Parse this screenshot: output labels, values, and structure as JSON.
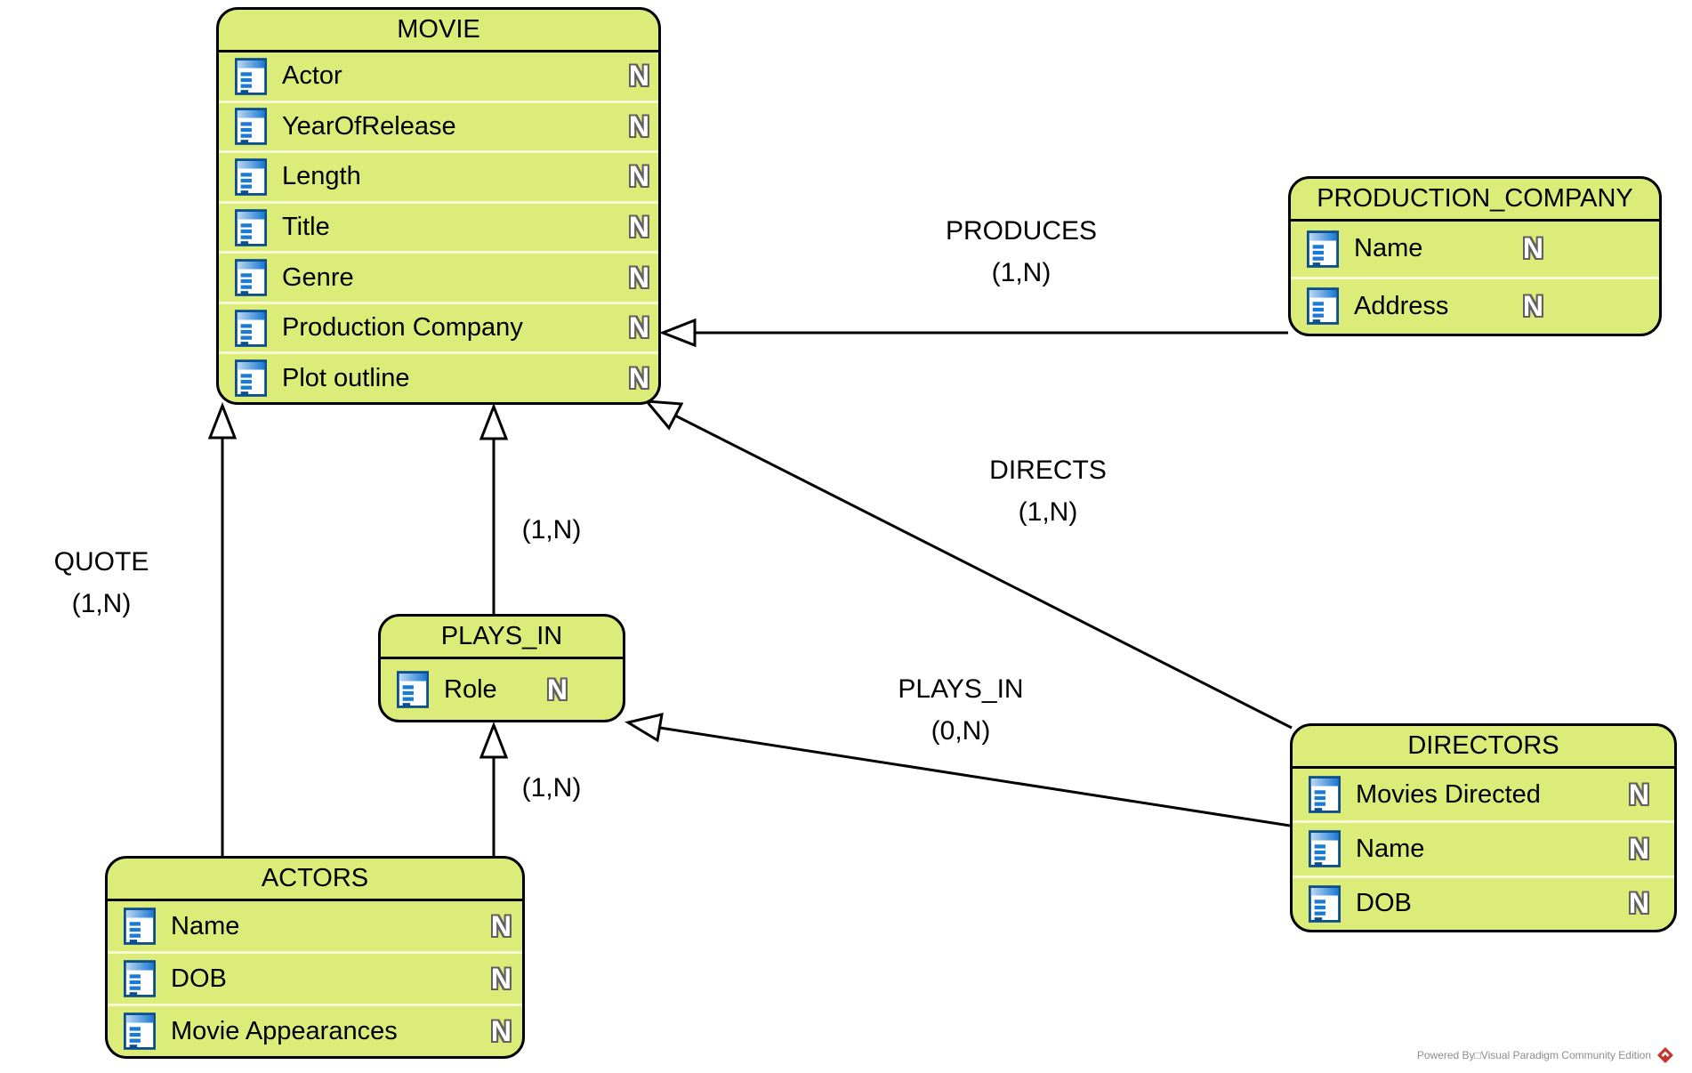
{
  "diagram": {
    "entity_fill": "#dcec79",
    "entity_border": "#000000",
    "row_separator": "#f7fad2",
    "nullable_badge": "N"
  },
  "entities": [
    {
      "title": "MOVIE",
      "attributes": [
        {
          "name": "Actor",
          "nullable": "N"
        },
        {
          "name": "YearOfRelease",
          "nullable": "N"
        },
        {
          "name": "Length",
          "nullable": "N"
        },
        {
          "name": "Title",
          "nullable": "N"
        },
        {
          "name": "Genre",
          "nullable": "N"
        },
        {
          "name": "Production Company",
          "nullable": "N"
        },
        {
          "name": "Plot outline",
          "nullable": "N"
        }
      ]
    },
    {
      "title": "PRODUCTION_COMPANY",
      "attributes": [
        {
          "name": "Name",
          "nullable": "N"
        },
        {
          "name": "Address",
          "nullable": "N"
        }
      ]
    },
    {
      "title": "PLAYS_IN",
      "attributes": [
        {
          "name": "Role",
          "nullable": "N"
        }
      ]
    },
    {
      "title": "ACTORS",
      "attributes": [
        {
          "name": "Name",
          "nullable": "N"
        },
        {
          "name": "DOB",
          "nullable": "N"
        },
        {
          "name": "Movie Appearances",
          "nullable": "N"
        }
      ]
    },
    {
      "title": "DIRECTORS",
      "attributes": [
        {
          "name": "Movies Directed",
          "nullable": "N"
        },
        {
          "name": "Name",
          "nullable": "N"
        },
        {
          "name": "DOB",
          "nullable": "N"
        }
      ]
    }
  ],
  "relationships": [
    {
      "name": "PRODUCES",
      "cardinality": "(1,N)"
    },
    {
      "name": "DIRECTS",
      "cardinality": "(1,N)"
    },
    {
      "name": "QUOTE",
      "cardinality": "(1,N)"
    },
    {
      "name": "PLAYS_IN",
      "cardinality": "(0,N)"
    },
    {
      "name": "",
      "cardinality": "(1,N)"
    },
    {
      "name": "",
      "cardinality": "(1,N)"
    }
  ],
  "watermark": {
    "text": "Powered By□Visual Paradigm Community Edition"
  }
}
